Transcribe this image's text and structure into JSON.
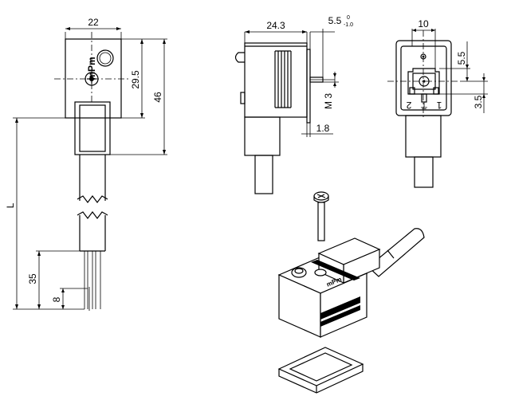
{
  "dimensions": {
    "front_width": "22",
    "front_height_upper": "29.5",
    "front_height_total": "46",
    "side_depth": "24.3",
    "side_offset": "5.5",
    "side_tol_upper": "0",
    "side_tol_lower": "-1.0",
    "side_thread": "M 3",
    "side_flange": "1.8",
    "end_width": "10",
    "end_offset_upper": "5.5",
    "end_offset_lower": "3.5",
    "cable_length": "L",
    "strip_length": "35",
    "wire_strip": "8"
  },
  "markings": {
    "logo": "mPm",
    "pin_2": "2",
    "pin_1": "1"
  },
  "colors": {
    "line": "#000000",
    "background": "#ffffff",
    "shade": "#d6d6d6"
  }
}
